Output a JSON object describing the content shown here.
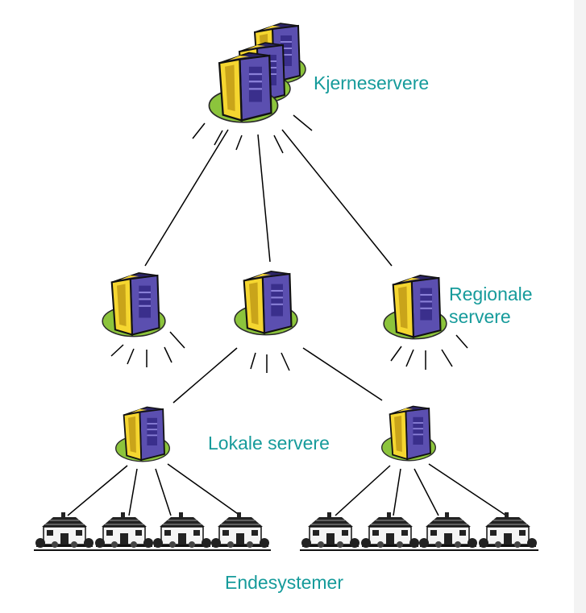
{
  "colors": {
    "label": "#169b9b",
    "server_front": "#f5d630",
    "server_side": "#5b4fb0",
    "server_panel": "#3a2f8c",
    "base": "#8cc43c",
    "line": "#000000"
  },
  "icons": {
    "core_servers": "server-cluster-icon",
    "regional_servers": "server-tower-icon",
    "local_servers": "server-tower-icon",
    "end_systems": "house-icon"
  },
  "labels": {
    "core": "Kjerneservere",
    "regional_line1": "Regionale",
    "regional_line2": "servere",
    "local": "Lokale servere",
    "end_systems": "Endesystemer"
  }
}
